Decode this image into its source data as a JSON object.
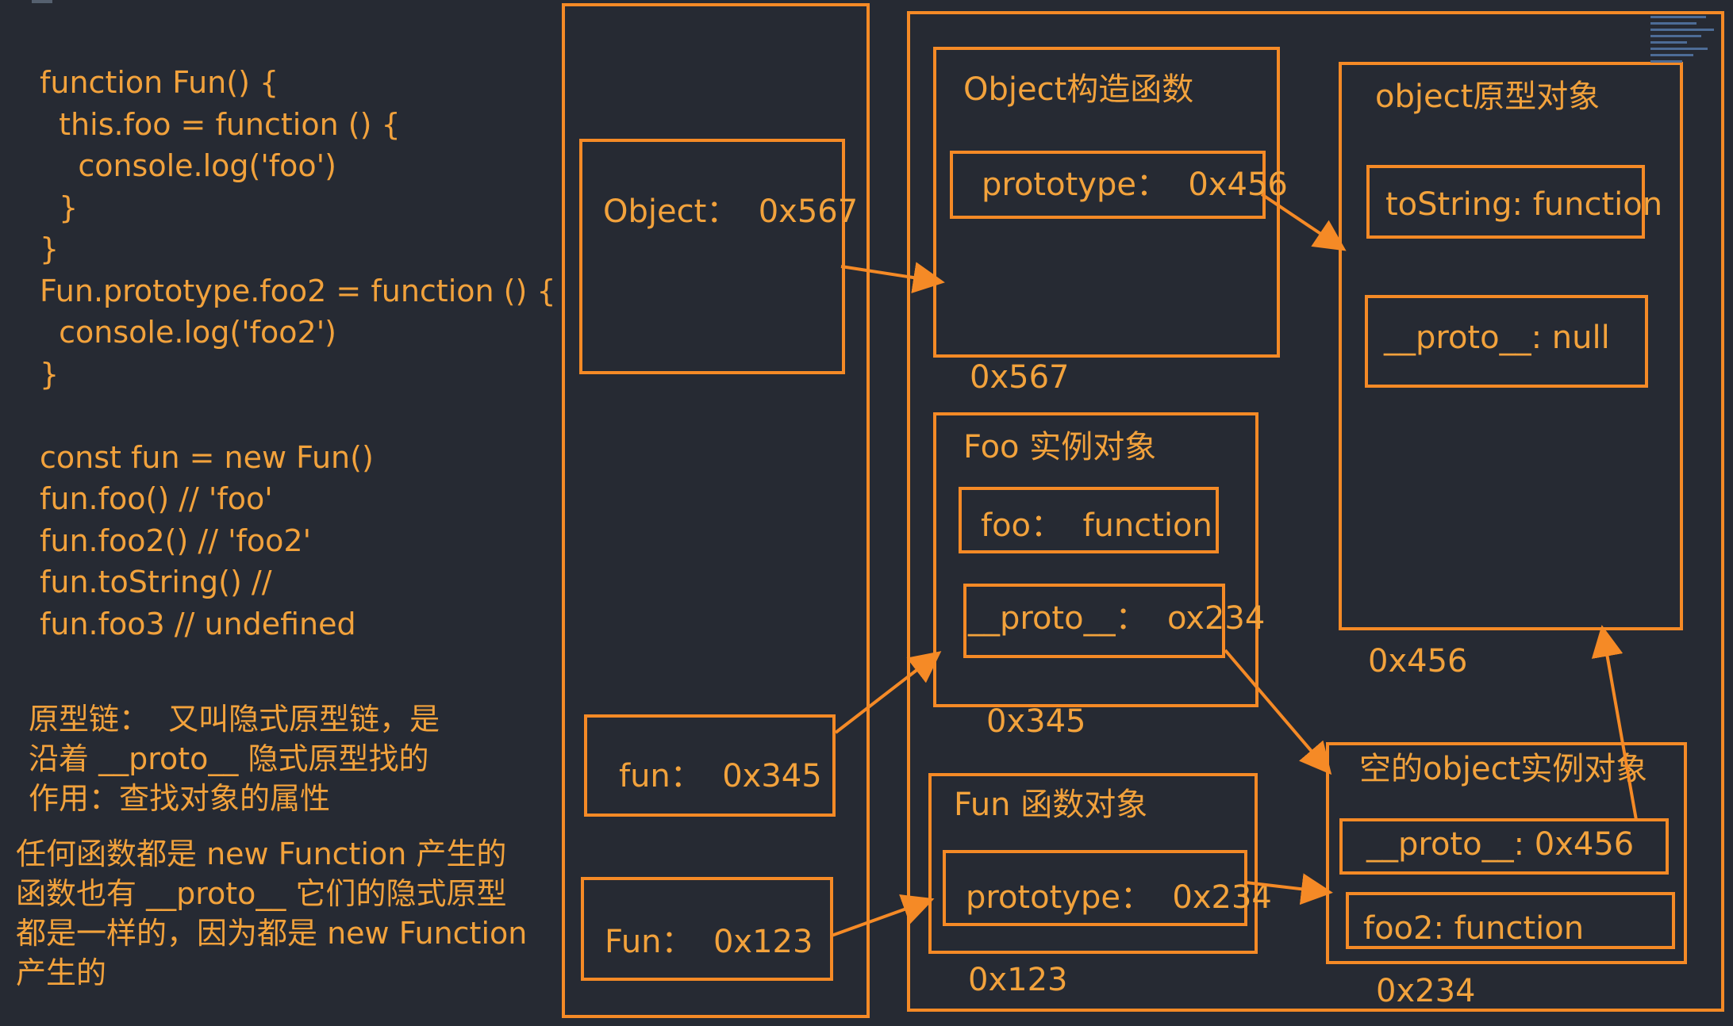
{
  "code_lines": [
    "function Fun() {",
    "  this.foo = function () {",
    "    console.log('foo')",
    "  }",
    "}",
    "Fun.prototype.foo2 = function () {",
    "  console.log('foo2')",
    "}",
    "",
    "const fun = new Fun()",
    "fun.foo() // 'foo'",
    "fun.foo2() // 'foo2'",
    "fun.toString() //",
    "fun.foo3 // undefined"
  ],
  "notes": {
    "prototype_chain": "原型链：  又叫隐式原型链，是\n沿着 __proto__ 隐式原型找的\n作用：查找对象的属性",
    "functions": "任何函数都是 new Function 产生的\n函数也有 __proto__ 它们的隐式原型\n都是一样的，因为都是 new Function\n产生的"
  },
  "stack": {
    "object_var": "Object：  0x567",
    "fun_var": "fun：  0x345",
    "Fun_var": "Fun：  0x123"
  },
  "heap": {
    "object_ctor": {
      "title": "Object构造函数",
      "prototype": "prototype：  0x456",
      "address": "0x567"
    },
    "object_proto": {
      "title": "object原型对象",
      "tostring": "toString: function",
      "proto": "__proto__: null",
      "address": "0x456"
    },
    "foo_instance": {
      "title": "Foo 实例对象",
      "foo": "foo：  function",
      "proto": "__proto__：  ox234",
      "address": "0x345"
    },
    "empty_object": {
      "title": "空的object实例对象",
      "proto": "__proto__: 0x456",
      "foo2": "foo2: function",
      "address": "0x234"
    },
    "fun_function": {
      "title": "Fun 函数对象",
      "prototype": "prototype：  0x234",
      "address": "0x123"
    }
  },
  "colors": {
    "background": "#262a33",
    "accent": "#f58a26",
    "text": "#f2a23c"
  }
}
